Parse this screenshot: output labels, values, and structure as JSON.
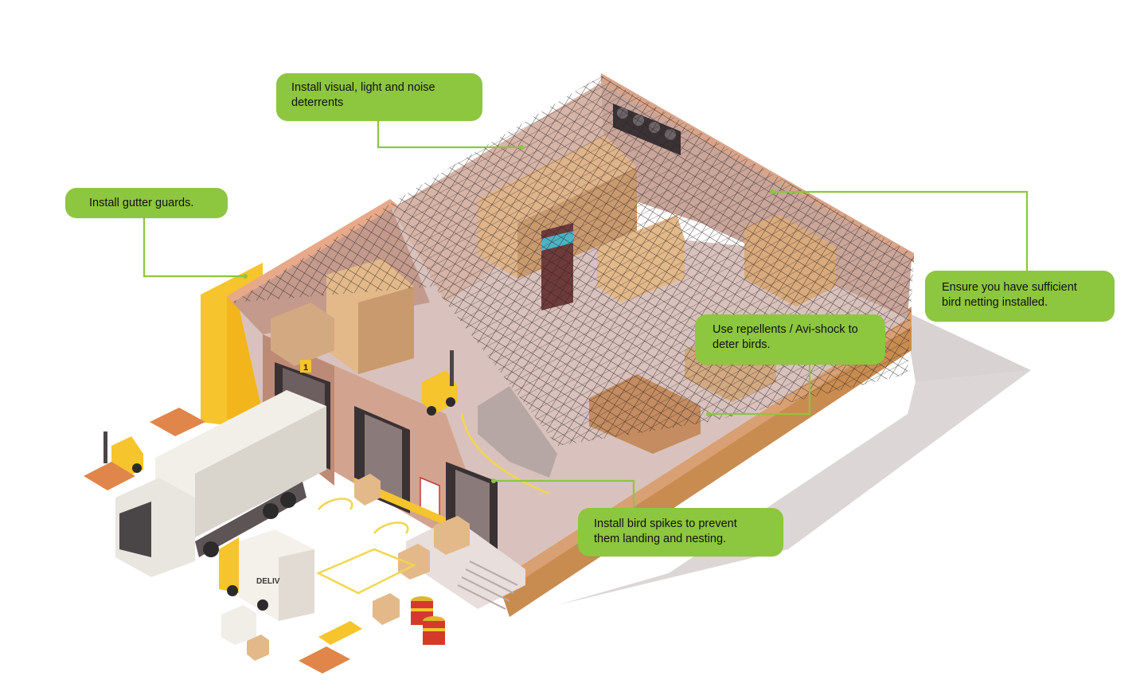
{
  "callouts": {
    "visual_deterrents": "Install visual, light and noise\ndeterrents",
    "gutter_guards": "Install gutter guards.",
    "bird_netting": "Ensure you have sufficient\nbird netting installed.",
    "repellents": "Use repellents / Avi-shock to\ndeter birds.",
    "bird_spikes": "Install bird spikes to prevent\nthem landing and nesting."
  },
  "signage": {
    "dock_number": "1",
    "van_label": "DELIV"
  },
  "colors": {
    "callout_green": "#8dc63f",
    "wall_peach": "#e9b79a",
    "floor": "#d9c2bd",
    "wall_inner": "#c9a59a",
    "yellow_wall": "#f6c42c",
    "netting": "#1f1a18",
    "shadow": "#d8d2d3"
  }
}
